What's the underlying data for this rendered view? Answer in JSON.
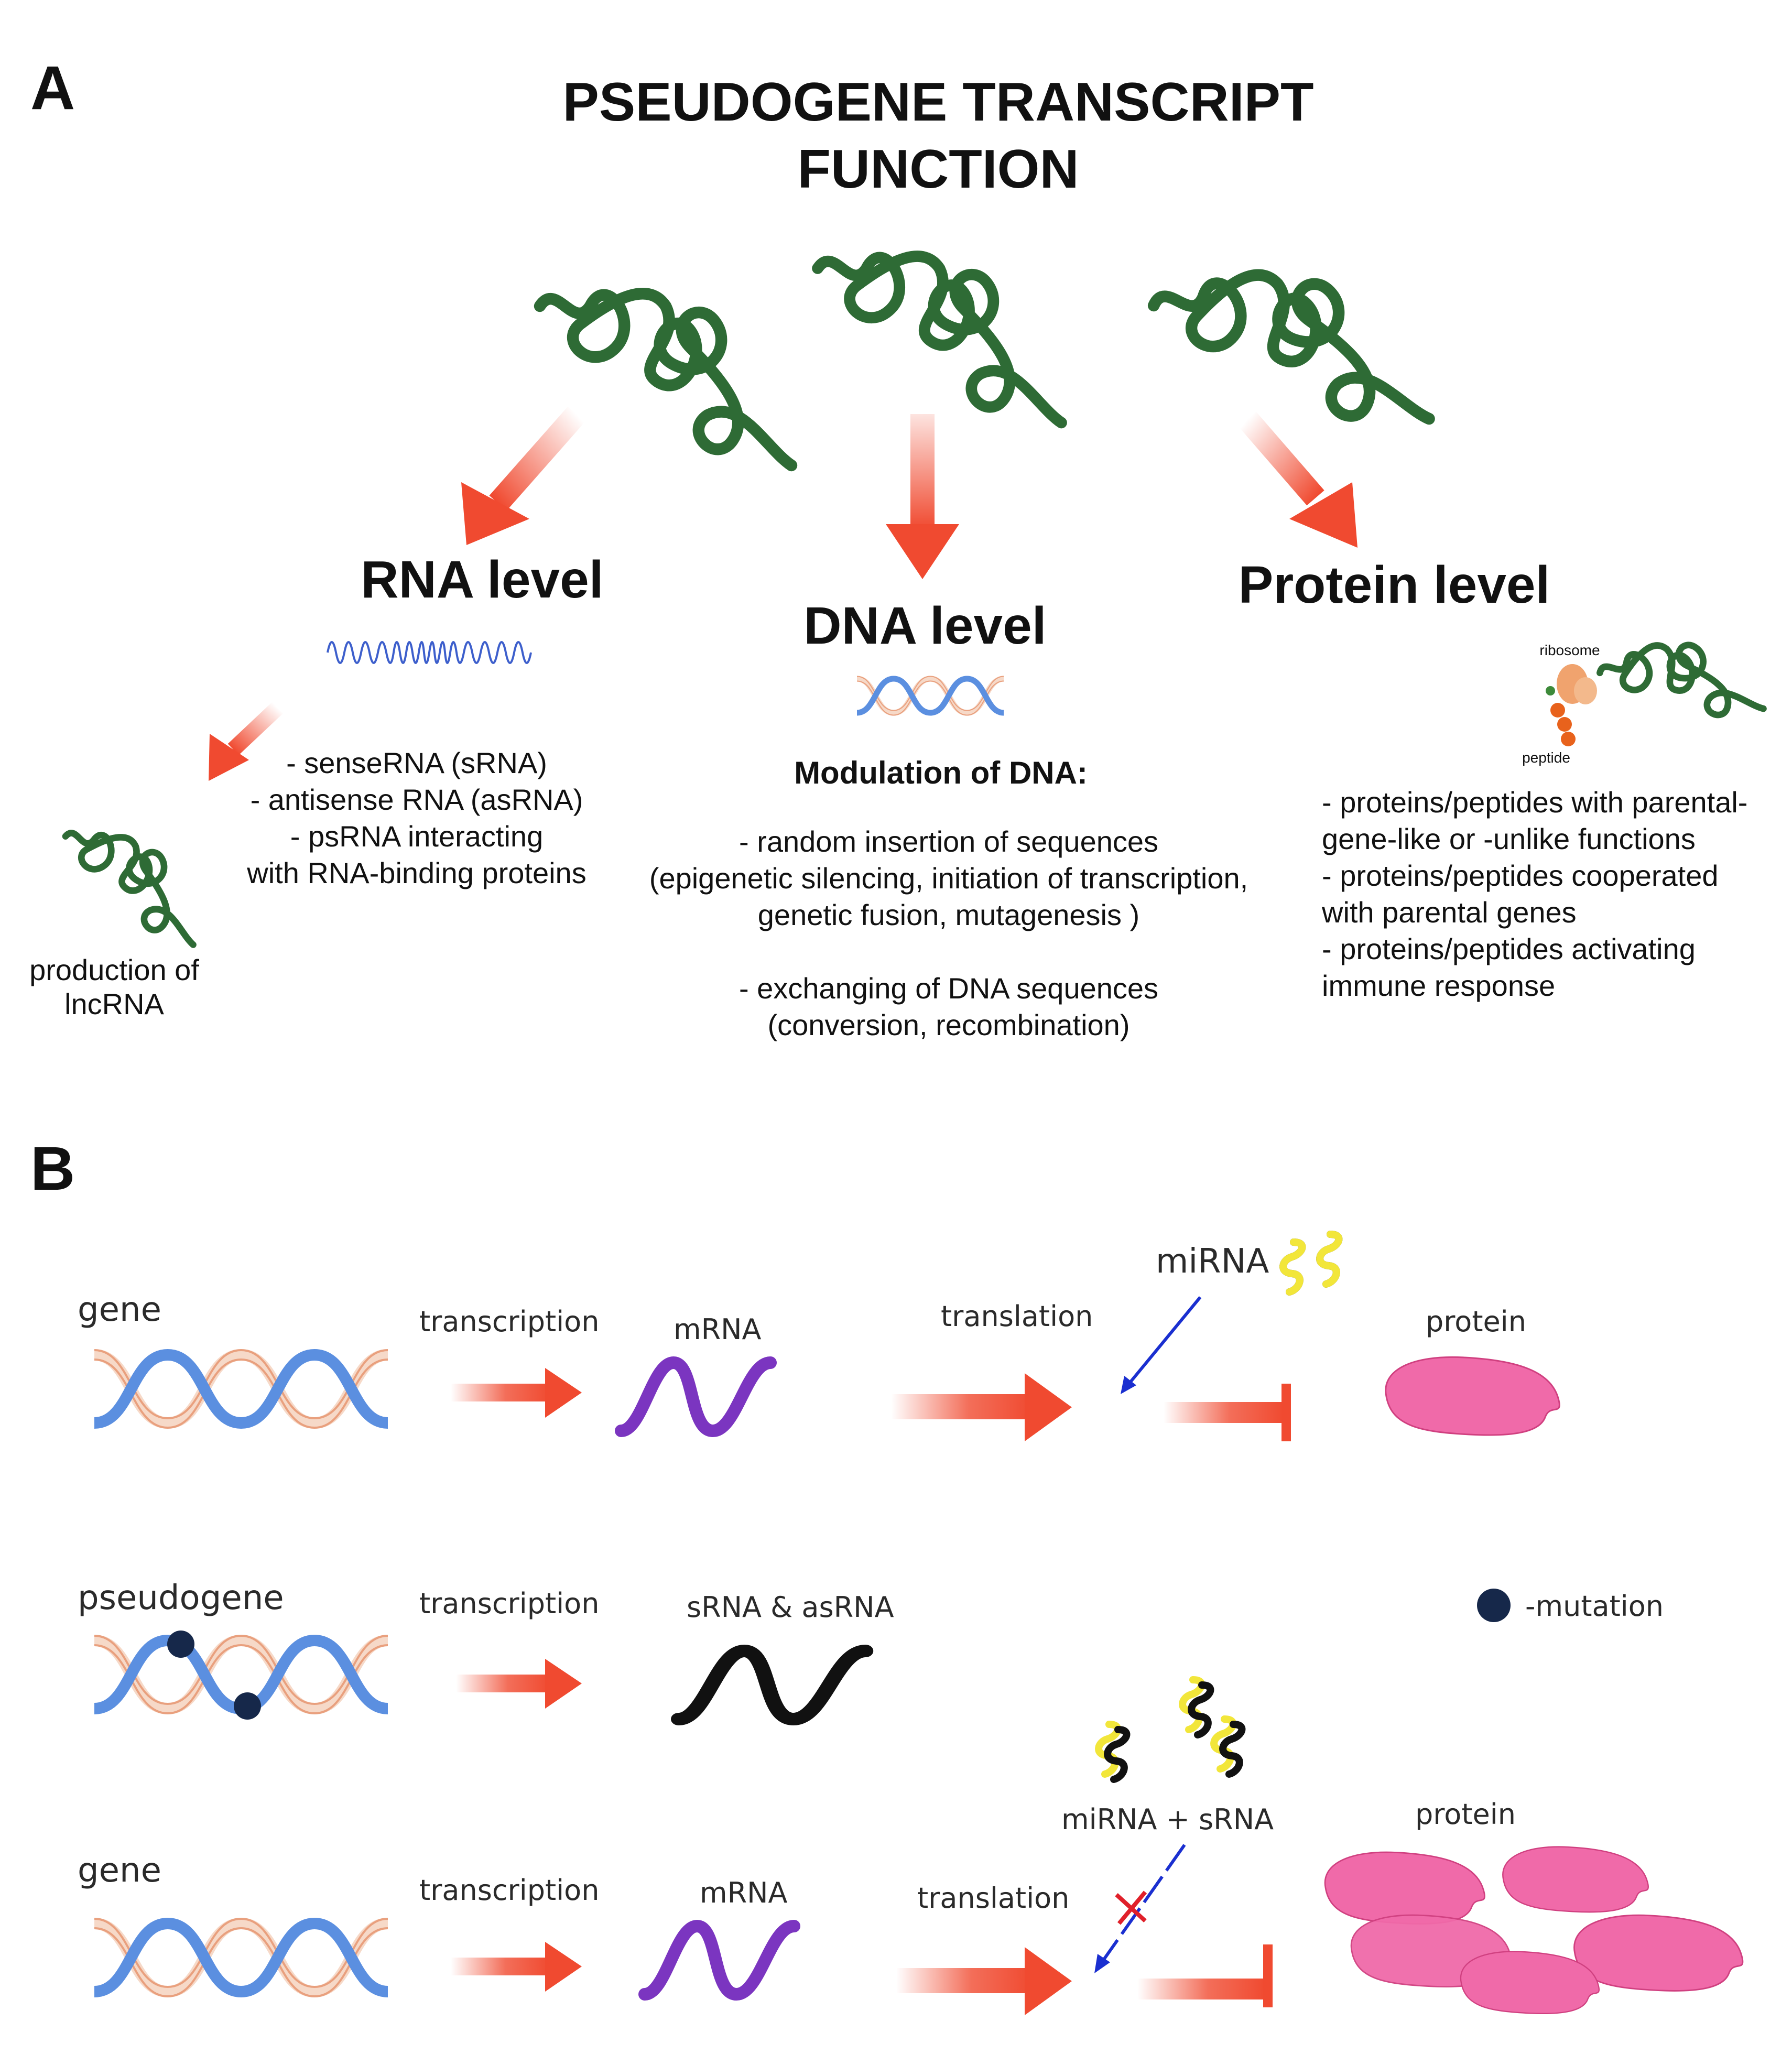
{
  "panel_a": {
    "letter": "A",
    "title_line1": "PSEUDOGENE TRANSCRIPT",
    "title_line2": "FUNCTION",
    "rna": {
      "heading": "RNA level",
      "items": [
        "- senseRNA (sRNA)",
        "- antisense RNA (asRNA)",
        "- psRNA interacting",
        "with RNA-binding proteins"
      ],
      "lncrna_line1": "production of",
      "lncrna_line2": "lncRNA"
    },
    "dna": {
      "heading": "DNA level",
      "subheading": "Modulation of DNA:",
      "items": [
        "- random insertion of sequences",
        "(epigenetic silencing, initiation of transcription,",
        "genetic fusion, mutagenesis )",
        "",
        "- exchanging of DNA sequences",
        "(conversion, recombination)"
      ]
    },
    "protein": {
      "heading": "Protein level",
      "ribosome_label": "ribosome",
      "peptide_label": "peptide",
      "items": [
        "- proteins/peptides with parental-",
        "gene-like or -unlike functions",
        "- proteins/peptides cooperated",
        "with parental genes",
        "- proteins/peptides activating",
        "immune response"
      ]
    }
  },
  "panel_b": {
    "letter": "B",
    "row1": {
      "gene": "gene",
      "transcription": "transcription",
      "mrna": "mRNA",
      "translation": "translation",
      "mirna": "miRNA",
      "protein": "protein"
    },
    "row2": {
      "pseudogene": "pseudogene",
      "transcription": "transcription",
      "product": "sRNA & asRNA",
      "mutation_legend": "-mutation"
    },
    "row3": {
      "gene": "gene",
      "transcription": "transcription",
      "mrna": "mRNA",
      "translation": "translation",
      "complex": "miRNA + sRNA",
      "protein": "protein"
    }
  },
  "colors": {
    "arrow_red": "#f04a30",
    "coil_green": "#2e6b35",
    "dna_blue": "#5b8fe0",
    "dna_peach": "#e9a07e",
    "mrna_purple": "#7b35c0",
    "protein_pink": "#f06aa9",
    "mirna_yellow": "#f2e63a",
    "mutation_navy": "#16284a",
    "inhibit_blue": "#1a2fd0"
  },
  "icons": [
    "coiled-transcript-icon",
    "dna-helix-icon",
    "mrna-wave-icon",
    "mirna-icon",
    "protein-blob-icon",
    "ribosome-icon",
    "mutation-dot-icon",
    "gradient-arrow-icon",
    "inhibition-arrow-icon",
    "blocked-cross-icon"
  ]
}
